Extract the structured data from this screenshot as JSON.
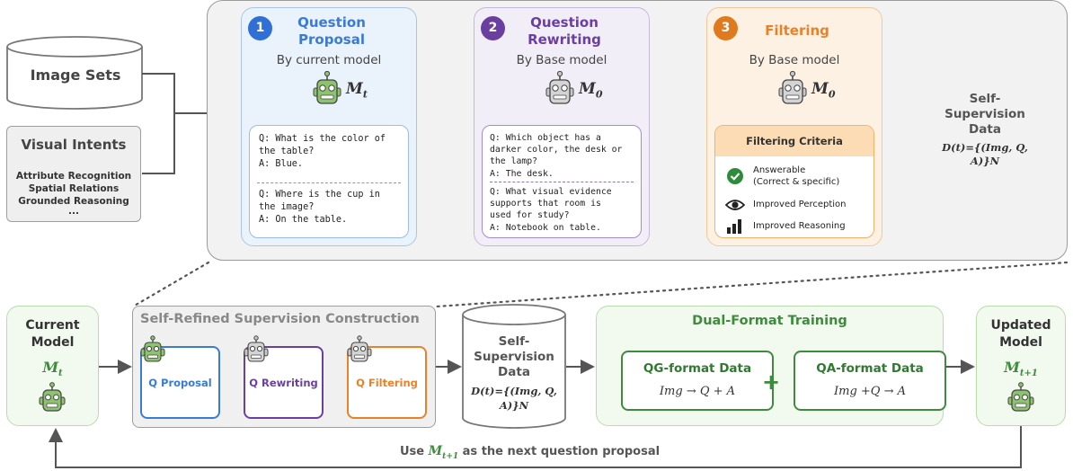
{
  "inputs": {
    "image_sets_label": "Image Sets",
    "visual_intents_title": "Visual Intents",
    "visual_intents_items": [
      "Attribute Recognition",
      "Spatial Relations",
      "Grounded Reasoning",
      "..."
    ]
  },
  "stages": [
    {
      "number": "1",
      "title_line1": "Question",
      "title_line2": "Proposal",
      "subtitle": "By current model",
      "model_symbol": "M",
      "model_subscript": "t",
      "qa_top": [
        "Q: What is the color of",
        "the table?",
        "A: Blue."
      ],
      "qa_bottom": [
        "Q: Where is the cup in",
        "the image?",
        "A: On the table."
      ]
    },
    {
      "number": "2",
      "title_line1": "Question",
      "title_line2": "Rewriting",
      "subtitle": "By Base model",
      "model_symbol": "M",
      "model_subscript": "0",
      "qa_top": [
        "Q: Which object has a",
        "darker color, the desk or",
        "the lamp?",
        "A: The desk."
      ],
      "qa_bottom": [
        "Q: What visual evidence",
        "supports that room is",
        "used for study?",
        "A: Notebook on table."
      ]
    },
    {
      "number": "3",
      "title_line1": "Filtering",
      "subtitle": "By Base model",
      "model_symbol": "M",
      "model_subscript": "0",
      "criteria_title": "Filtering Criteria",
      "criteria": [
        {
          "line1": "Answerable",
          "line2": "(Correct & specific)",
          "icon": "check-circle-icon"
        },
        {
          "line1": "Improved Perception",
          "icon": "eye-icon"
        },
        {
          "line1": "Improved Reasoning",
          "icon": "bar-chart-icon"
        }
      ]
    }
  ],
  "top_output": {
    "label_line1": "Self-",
    "label_line2": "Supervision",
    "label_line3": "Data",
    "formula_line1": "D(t)={(Img, Q,",
    "formula_line2": "A)}N"
  },
  "bottom": {
    "current_model_line1": "Current",
    "current_model_line2": "Model",
    "current_model_symbol": "M",
    "current_model_sub": "t",
    "construction_title": "Self-Refined Supervision Construction",
    "q_proposal": "Q Proposal",
    "q_rewriting": "Q Rewriting",
    "q_filtering": "Q Filtering",
    "data_label_line1": "Self-",
    "data_label_line2": "Supervision",
    "data_label_line3": "Data",
    "data_formula_line1": "D(t)={(Img, Q,",
    "data_formula_line2": "A)}N",
    "training_title": "Dual-Format Training",
    "qg_title": "QG-format Data",
    "qg_formula": "Img → Q + A",
    "plus": "+",
    "qa_title": "QA-format Data",
    "qa_formula": "Img +Q → A",
    "updated_line1": "Updated",
    "updated_line2": "Model",
    "updated_symbol": "M",
    "updated_sub": "t+1",
    "loop_prefix": "Use",
    "loop_symbol": "M",
    "loop_sub": "t+1",
    "loop_suffix": "as the next question proposal"
  },
  "colors": {
    "blue": "#3a7bd5",
    "purple": "#6a3fa0",
    "orange": "#e8822a",
    "green": "#3d8b3d",
    "gray": "#666666"
  }
}
